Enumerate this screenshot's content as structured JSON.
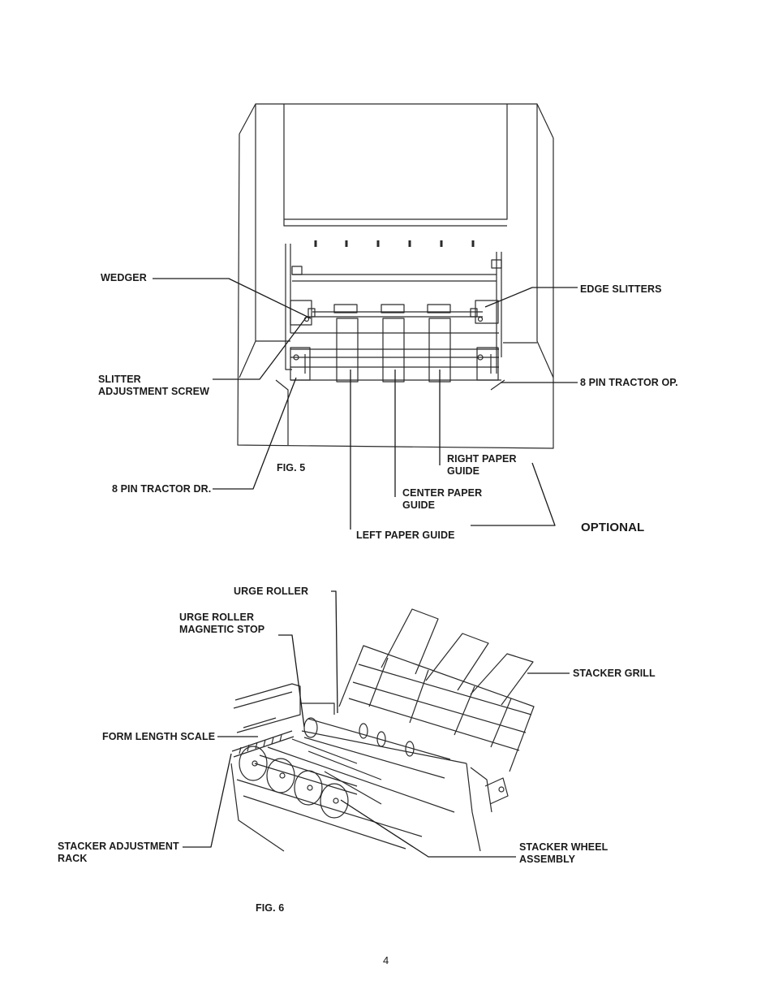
{
  "fig5": {
    "caption": "FIG. 5",
    "labels": {
      "wedger": "WEDGER",
      "edge_slitters": "EDGE SLITTERS",
      "slitter_adjustment_screw": "SLITTER\nADJUSTMENT SCREW",
      "tractor_op": "8 PIN TRACTOR OP.",
      "tractor_dr": "8 PIN TRACTOR DR.",
      "right_paper_guide": "RIGHT PAPER\nGUIDE",
      "center_paper_guide": "CENTER PAPER\nGUIDE",
      "left_paper_guide": "LEFT PAPER GUIDE",
      "optional": "OPTIONAL"
    }
  },
  "fig6": {
    "caption": "FIG. 6",
    "labels": {
      "urge_roller": "URGE ROLLER",
      "urge_roller_magnetic_stop": "URGE ROLLER\nMAGNETIC STOP",
      "stacker_grill": "STACKER GRILL",
      "form_length_scale": "FORM LENGTH SCALE",
      "stacker_adjustment_rack": "STACKER ADJUSTMENT\nRACK",
      "stacker_wheel_assembly": "STACKER WHEEL\nASSEMBLY"
    }
  },
  "page_number": "4"
}
